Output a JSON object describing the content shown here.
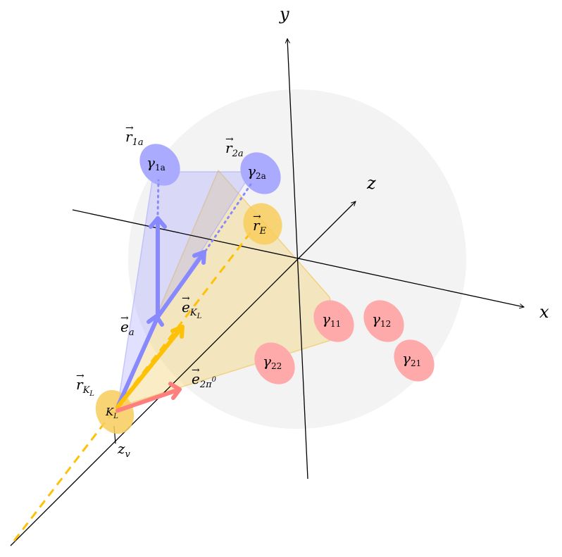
{
  "axes": {
    "x": "x",
    "y": "y",
    "z": "z",
    "vertex": {
      "base": "z",
      "sub": "v"
    }
  },
  "vectors": {
    "r1a": {
      "base": "r",
      "sub": "1a"
    },
    "r2a": {
      "base": "r",
      "sub": "2a"
    },
    "rE": {
      "base": "r",
      "sub": "E"
    },
    "rKL": {
      "base": "r",
      "sub": "K",
      "subsub": "L"
    },
    "ea": {
      "base": "e",
      "sub": "a"
    },
    "eKL": {
      "base": "e",
      "sub": "K",
      "subsub": "L"
    },
    "e2pi0": {
      "base": "e",
      "sub": "2π",
      "sup": "0"
    }
  },
  "blobs": {
    "gamma1a": {
      "base": "γ",
      "sub": "1a"
    },
    "gamma2a": {
      "base": "γ",
      "sub": "2a"
    },
    "gamma11": {
      "base": "γ",
      "sub": "11"
    },
    "gamma12": {
      "base": "γ",
      "sub": "12"
    },
    "gamma21": {
      "base": "γ",
      "sub": "21"
    },
    "gamma22": {
      "base": "γ",
      "sub": "22"
    },
    "KL": {
      "base": "K",
      "sub": "L"
    }
  },
  "colors": {
    "blue": "#8888ff",
    "blue_blob": "#aaaaff",
    "orange": "#ffc107",
    "orange_blob": "#f8cc5c",
    "red": "#ff7f7f",
    "red_blob": "#ffaaaa",
    "gray_region": "#f3f3f3"
  }
}
